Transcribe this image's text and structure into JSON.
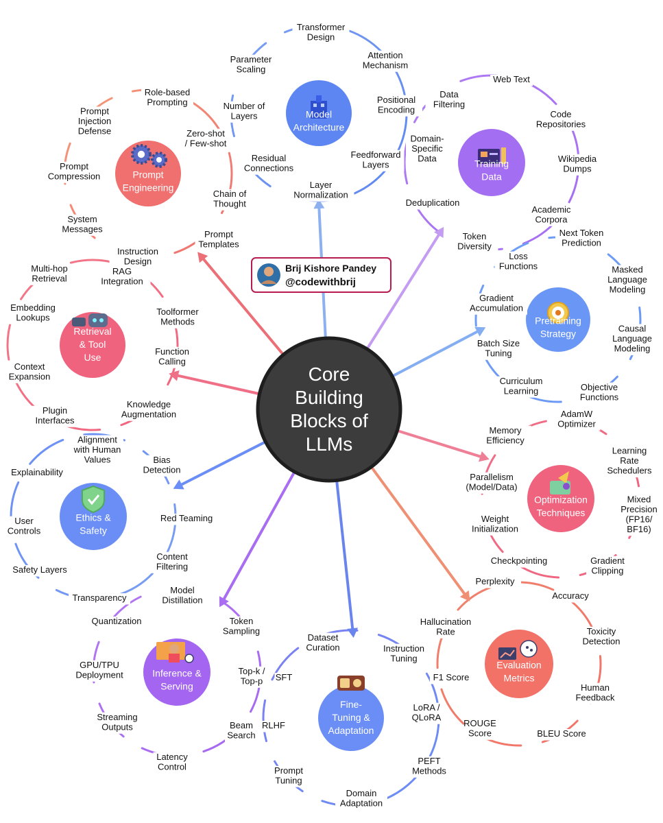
{
  "hub": {
    "title": [
      "Core",
      "Building",
      "Blocks of",
      "LLMs"
    ]
  },
  "author": {
    "name": "Brij Kishore Pandey",
    "handle": "@codewithbrij"
  },
  "colors": {
    "blue": "#6a8ef5",
    "purple": "#a970f2",
    "pink": "#f0637e",
    "salmon": "#f0826c",
    "hub": "#3d3d3d",
    "badge_border": "#b71a50"
  },
  "clusters": [
    {
      "id": "model-architecture",
      "title": [
        "Model",
        "Architecture"
      ],
      "color": "#5d86f2",
      "icon": "building-icon",
      "topics": [
        [
          "Transformer",
          "Design"
        ],
        [
          "Attention",
          "Mechanism"
        ],
        [
          "Positional",
          "Encoding"
        ],
        [
          "Feedforward",
          "Layers"
        ],
        [
          "Layer",
          "Normalization"
        ],
        [
          "Residual",
          "Connections"
        ],
        [
          "Number of",
          "Layers"
        ],
        [
          "Parameter",
          "Scaling"
        ]
      ]
    },
    {
      "id": "training-data",
      "title": [
        "Training",
        "Data"
      ],
      "color": "#a46ef2",
      "icon": "dashboard-icon",
      "topics": [
        [
          "Web Text"
        ],
        [
          "Code",
          "Repositories"
        ],
        [
          "Wikipedia",
          "Dumps"
        ],
        [
          "Academic",
          "Corpora"
        ],
        [
          "Token",
          "Diversity"
        ],
        [
          "Deduplication"
        ],
        [
          "Domain-",
          "Specific",
          "Data"
        ],
        [
          "Data",
          "Filtering"
        ]
      ]
    },
    {
      "id": "pretraining-strategy",
      "title": [
        "Pretraining",
        "Strategy"
      ],
      "color": "#6a96f5",
      "icon": "target-icon",
      "topics": [
        [
          "Next Token",
          "Prediction"
        ],
        [
          "Masked",
          "Language",
          "Modeling"
        ],
        [
          "Causal",
          "Language",
          "Modeling"
        ],
        [
          "Objective",
          "Functions"
        ],
        [
          "Curriculum",
          "Learning"
        ],
        [
          "Batch Size",
          "Tuning"
        ],
        [
          "Gradient",
          "Accumulation"
        ],
        [
          "Loss",
          "Functions"
        ]
      ]
    },
    {
      "id": "optimization-techniques",
      "title": [
        "Optimization",
        "Techniques"
      ],
      "color": "#f0637e",
      "icon": "rocket-icon",
      "topics": [
        [
          "AdamW",
          "Optimizer"
        ],
        [
          "Learning",
          "Rate",
          "Schedulers"
        ],
        [
          "Mixed",
          "Precision",
          "(FP16/",
          "BF16)"
        ],
        [
          "Gradient",
          "Clipping"
        ],
        [
          "Checkpointing"
        ],
        [
          "Weight",
          "Initialization"
        ],
        [
          "Parallelism",
          "(Model/Data)"
        ],
        [
          "Memory",
          "Efficiency"
        ]
      ]
    },
    {
      "id": "evaluation-metrics",
      "title": [
        "Evaluation",
        "Metrics"
      ],
      "color": "#f27268",
      "icon": "analytics-icon",
      "topics": [
        [
          "Perplexity"
        ],
        [
          "Accuracy"
        ],
        [
          "Toxicity",
          "Detection"
        ],
        [
          "Human",
          "Feedback"
        ],
        [
          "BLEU Score"
        ],
        [
          "ROUGE",
          "Score"
        ],
        [
          "F1 Score"
        ],
        [
          "Hallucination",
          "Rate"
        ]
      ]
    },
    {
      "id": "fine-tuning-adaptation",
      "title": [
        "Fine-",
        "Tuning &",
        "Adaptation"
      ],
      "color": "#6a8ef5",
      "icon": "radio-icon",
      "topics": [
        [
          "Instruction",
          "Tuning"
        ],
        [
          "LoRA /",
          "QLoRA"
        ],
        [
          "PEFT",
          "Methods"
        ],
        [
          "Domain",
          "Adaptation"
        ],
        [
          "Prompt",
          "Tuning"
        ],
        [
          "RLHF"
        ],
        [
          "SFT"
        ],
        [
          "Dataset",
          "Curation"
        ]
      ]
    },
    {
      "id": "inference-serving",
      "title": [
        "Inference &",
        "Serving"
      ],
      "color": "#a466f0",
      "icon": "presenter-icon",
      "topics": [
        [
          "Model",
          "Distillation"
        ],
        [
          "Token",
          "Sampling"
        ],
        [
          "Top-k /",
          "Top-p"
        ],
        [
          "Beam",
          "Search"
        ],
        [
          "Latency",
          "Control"
        ],
        [
          "Streaming",
          "Outputs"
        ],
        [
          "GPU/TPU",
          "Deployment"
        ],
        [
          "Quantization"
        ]
      ]
    },
    {
      "id": "ethics-safety",
      "title": [
        "Ethics &",
        "Safety"
      ],
      "color": "#6a8ef5",
      "icon": "shield-check-icon",
      "topics": [
        [
          "Alignment",
          "with Human",
          "Values"
        ],
        [
          "Bias",
          "Detection"
        ],
        [
          "Red Teaming"
        ],
        [
          "Content",
          "Filtering"
        ],
        [
          "Transparency"
        ],
        [
          "Safety Layers"
        ],
        [
          "User",
          "Controls"
        ],
        [
          "Explainability"
        ]
      ]
    },
    {
      "id": "retrieval-tool-use",
      "title": [
        "Retrieval",
        "& Tool",
        "Use"
      ],
      "color": "#f0637e",
      "icon": "robot-icon",
      "topics": [
        [
          "RAG",
          "Integration"
        ],
        [
          "Toolformer",
          "Methods"
        ],
        [
          "Function",
          "Calling"
        ],
        [
          "Knowledge",
          "Augmentation"
        ],
        [
          "Plugin",
          "Interfaces"
        ],
        [
          "Context",
          "Expansion"
        ],
        [
          "Embedding",
          "Lookups"
        ],
        [
          "Multi-hop",
          "Retrieval"
        ]
      ]
    },
    {
      "id": "prompt-engineering",
      "title": [
        "Prompt",
        "Engineering"
      ],
      "color": "#f07070",
      "icon": "gears-icon",
      "topics": [
        [
          "Role-based",
          "Prompting"
        ],
        [
          "Zero-shot",
          "/ Few-shot"
        ],
        [
          "Chain of",
          "Thought"
        ],
        [
          "Prompt",
          "Templates"
        ],
        [
          "Instruction",
          "Design"
        ],
        [
          "System",
          "Messages"
        ],
        [
          "Prompt",
          "Compression"
        ],
        [
          "Prompt",
          "Injection",
          "Defense"
        ]
      ]
    }
  ]
}
